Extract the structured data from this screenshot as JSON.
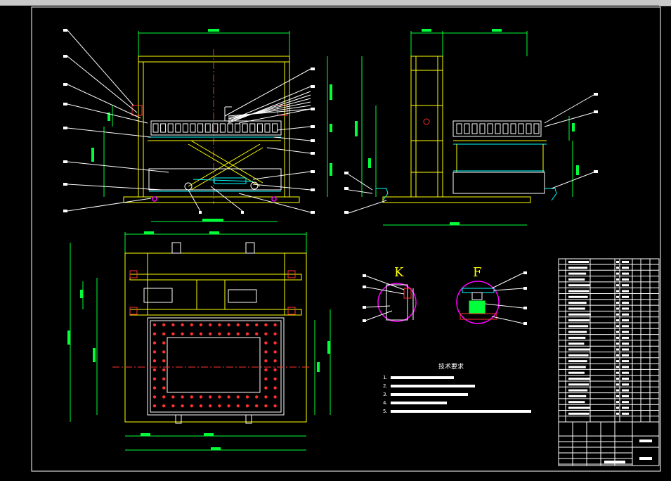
{
  "drawing": {
    "detail_labels": [
      "K",
      "F"
    ],
    "tech_requirements": {
      "title": "技术要求",
      "items": [
        "1.",
        "2.",
        "3.",
        "4.",
        "5."
      ]
    },
    "colors": {
      "background": "#000000",
      "frame": "#ffffff",
      "dimension": "#00ff3a",
      "outline": "#ffff00",
      "hidden": "#00ffff",
      "centerline": "#ff3030",
      "section": "#ff00ff"
    }
  }
}
